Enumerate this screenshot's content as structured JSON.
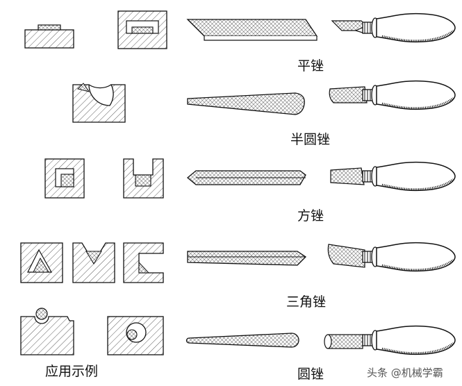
{
  "labels": {
    "flat_file": "平锉",
    "half_round_file": "半圆锉",
    "square_file": "方锉",
    "triangle_file": "三角锉",
    "round_file": "圆锉",
    "application_examples": "应用示例"
  },
  "watermark": "头条 @机械学霸",
  "colors": {
    "line": "#111111",
    "background": "#ffffff"
  }
}
